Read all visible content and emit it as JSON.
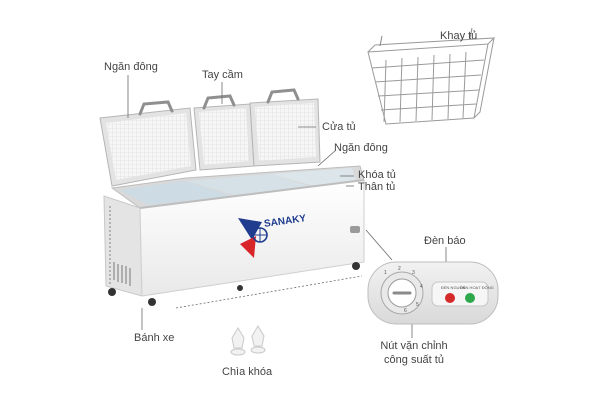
{
  "labels": {
    "ngan_dong_left": "Ngăn đông",
    "tay_cam": "Tay cầm",
    "cua_tu": "Cửa tủ",
    "ngan_dong_right": "Ngăn đông",
    "khoa_tu": "Khóa tủ",
    "than_tu": "Thân tủ",
    "khay_tu": "Khay tủ",
    "den_bao": "Đèn báo",
    "banh_xe": "Bánh xe",
    "chia_khoa": "Chìa khóa",
    "nut_van_line1": "Nút vặn chỉnh",
    "nut_van_line2": "công suất tủ"
  },
  "brand": {
    "name": "SANAKY"
  },
  "panel": {
    "dial_numbers": [
      "1",
      "2",
      "3",
      "4",
      "5",
      "6"
    ],
    "lamp_power": "ĐÈN NGUỒN",
    "lamp_run": "ĐÈN HOẠT ĐỘNG"
  },
  "colors": {
    "brand_blue": "#1f3c8e",
    "brand_red": "#d8252a",
    "lamp_red": "#d42a2a",
    "lamp_green": "#2ea84a",
    "leader": "#6a6a6a"
  }
}
